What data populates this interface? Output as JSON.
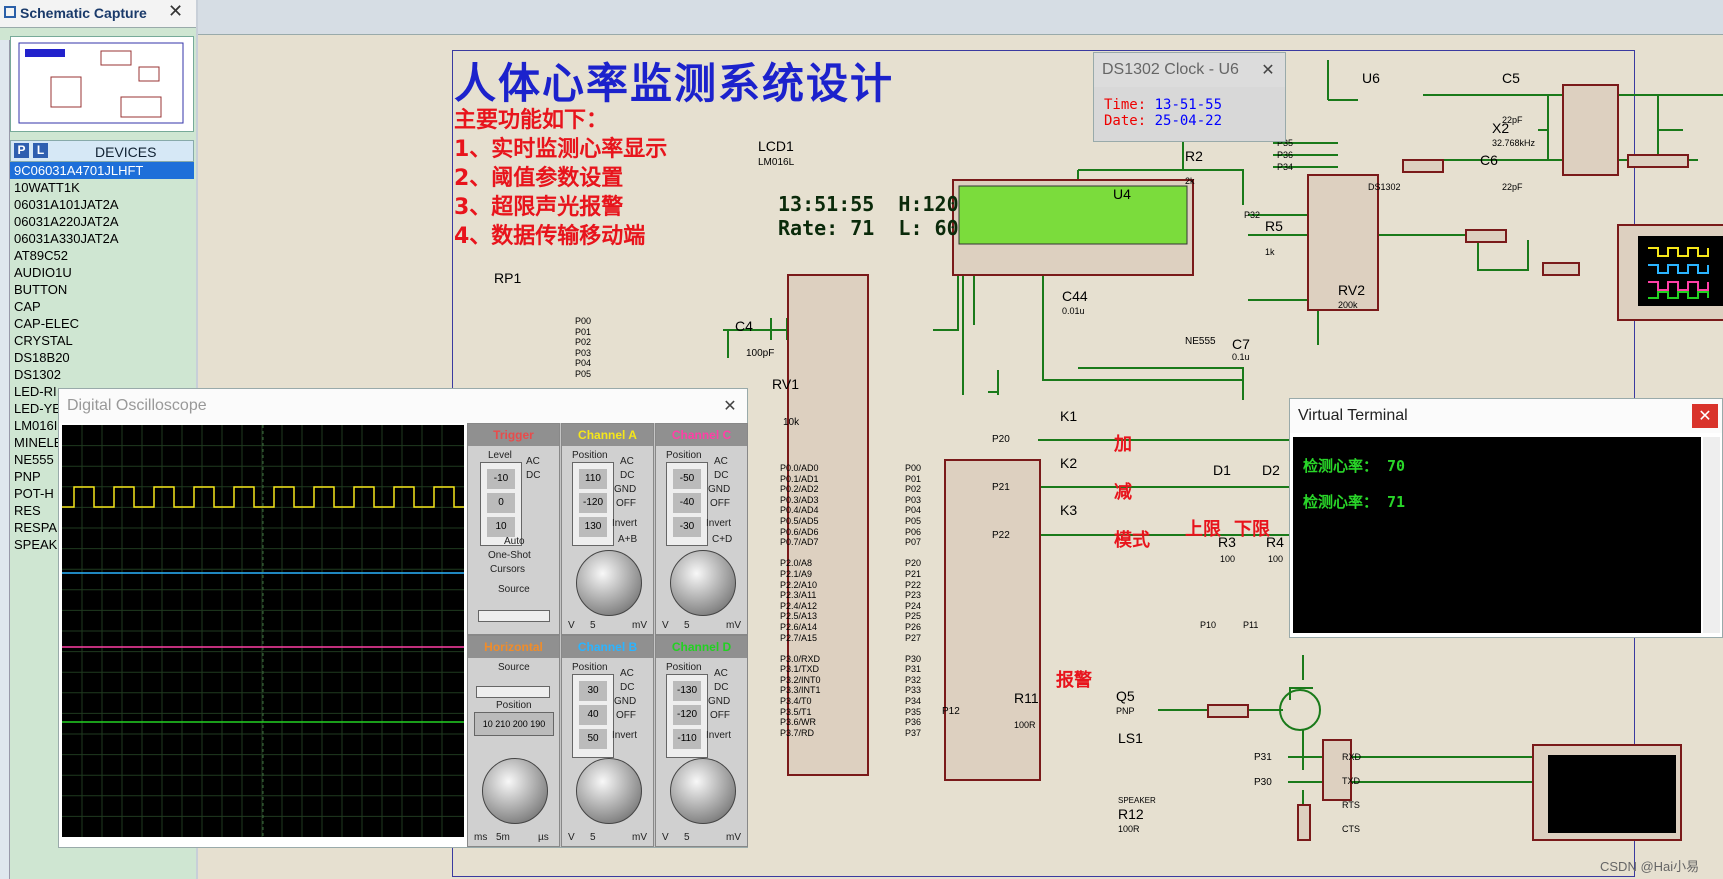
{
  "tab": {
    "label": "Schematic Capture",
    "close": "✕"
  },
  "devices_header": {
    "p": "P",
    "l": "L",
    "title": "DEVICES"
  },
  "devices": [
    "9C06031A4701JLHFT",
    "10WATT1K",
    "06031A101JAT2A",
    "06031A220JAT2A",
    "06031A330JAT2A",
    "AT89C52",
    "AUDIO1U",
    "BUTTON",
    "CAP",
    "CAP-ELEC",
    "CRYSTAL",
    "DS18B20",
    "DS1302",
    "LED-RI",
    "LED-YE",
    "LM016I",
    "MINELE",
    "NE555",
    "PNP",
    "POT-H",
    "RES",
    "RESPA",
    "SPEAK"
  ],
  "selected_device_index": 0,
  "schematic": {
    "title": "人体心率监测系统设计",
    "features": [
      "主要功能如下：",
      "1、实时监测心率显示",
      "2、阈值参数设置",
      "3、超限声光报警",
      "4、数据传输移动端"
    ],
    "lcd": {
      "ref": "LCD1",
      "model": "LM016L",
      "line1": "13:51:55  H:120",
      "line2": "Rate: 71  L: 60"
    },
    "labels": {
      "rp1": "RP1",
      "rv1": "RV1",
      "rv1_val": "10k",
      "c4": "C4",
      "c4_val": "100pF",
      "u4": "U4",
      "ne555": "NE555",
      "r2": "R2",
      "r2_val": "2k",
      "r5": "R5",
      "r5_val": "1k",
      "rv2": "RV2",
      "rv2_val": "200k",
      "c44": "C44",
      "c44_val": "0.01u",
      "c7": "C7",
      "c7_val": "0.1u",
      "u6": "U6",
      "ds1302": "DS1302",
      "x2": "X2",
      "x2_val": "32.768kHz",
      "c5": "C5",
      "c6": "C6",
      "cap22": "22pF",
      "k1": "K1",
      "k2": "K2",
      "k3": "K3",
      "add": "加",
      "sub": "减",
      "mode": "模式",
      "d1": "D1",
      "d2": "D2",
      "upper": "上限",
      "lower": "下限",
      "r3": "R3",
      "r4": "R4",
      "r100": "100",
      "alarm": "报警",
      "r11": "R11",
      "r11_val": "100R",
      "q5": "Q5",
      "pnp": "PNP",
      "ls1": "LS1",
      "speaker": "SPEAKER",
      "r12": "R12",
      "r12_val": "100R",
      "p20": "P20",
      "p21": "P21",
      "p22": "P22",
      "p12": "P12",
      "p10": "P10",
      "p11": "P11",
      "p30": "P30",
      "p31": "P31",
      "p32": "P32",
      "p35": "P35",
      "p36": "P36",
      "p34": "P34",
      "rxd": "RXD",
      "txd": "TXD",
      "rts": "RTS",
      "cts": "CTS"
    },
    "mcu_pins": [
      "P0.0/AD0",
      "P0.1/AD1",
      "P0.2/AD2",
      "P0.3/AD3",
      "P0.4/AD4",
      "P0.5/AD5",
      "P0.6/AD6",
      "P0.7/AD7",
      "",
      "P2.0/A8",
      "P2.1/A9",
      "P2.2/A10",
      "P2.3/A11",
      "P2.4/A12",
      "P2.5/A13",
      "P2.6/A14",
      "P2.7/A15",
      "",
      "P3.0/RXD",
      "P3.1/TXD",
      "P3.2/INT0",
      "P3.3/INT1",
      "P3.4/T0",
      "P3.5/T1",
      "P3.6/WR",
      "P3.7/RD"
    ],
    "mcu_nets": [
      "P00",
      "P01",
      "P02",
      "P03",
      "P04",
      "P05",
      "P06",
      "P07",
      "",
      "P20",
      "P21",
      "P22",
      "P23",
      "P24",
      "P25",
      "P26",
      "P27",
      "",
      "P30",
      "P31",
      "P32",
      "P33",
      "P34",
      "P35",
      "P36",
      "P37"
    ],
    "rp1_nets": [
      "P00",
      "P01",
      "P02",
      "P03",
      "P04",
      "P05"
    ]
  },
  "clock_window": {
    "title": "DS1302 Clock - U6",
    "time_label": "Time:",
    "time": "13-51-55",
    "date_label": "Date:",
    "date": "25-04-22",
    "close": "✕"
  },
  "oscilloscope": {
    "title": "Digital Oscilloscope",
    "close": "✕",
    "trigger": "Trigger",
    "channel_a": "Channel A",
    "channel_b": "Channel B",
    "channel_c": "Channel C",
    "channel_d": "Channel D",
    "horizontal": "Horizontal",
    "level": "Level",
    "position": "Position",
    "source": "Source",
    "ac": "AC",
    "dc": "DC",
    "gnd": "GND",
    "off": "OFF",
    "invert": "Invert",
    "apb": "A+B",
    "cpd": "C+D",
    "auto": "Auto",
    "oneshot": "One-Shot",
    "cursors": "Cursors",
    "dial_level": [
      "-10",
      "0",
      "10"
    ],
    "dial_a": [
      "110",
      "-120",
      "130"
    ],
    "dial_c": [
      "-50",
      "-40",
      "-30"
    ],
    "dial_b": [
      "30",
      "40",
      "50"
    ],
    "dial_d": [
      "-130",
      "-120",
      "-110"
    ],
    "h_position": "10 210 200 190",
    "v_unit": "V",
    "mv": "mV",
    "ms": "ms",
    "us": "µs",
    "five": "5",
    "five_m": "5m",
    "colors": {
      "A": "#f5e61a",
      "B": "#2bb4ff",
      "C": "#ff3fa6",
      "D": "#22d122"
    }
  },
  "virtual_terminal": {
    "title": "Virtual Terminal",
    "close": "✕",
    "lines": [
      "检测心率：  70",
      "检测心率：  71"
    ]
  },
  "watermark": "CSDN @Hai小易"
}
